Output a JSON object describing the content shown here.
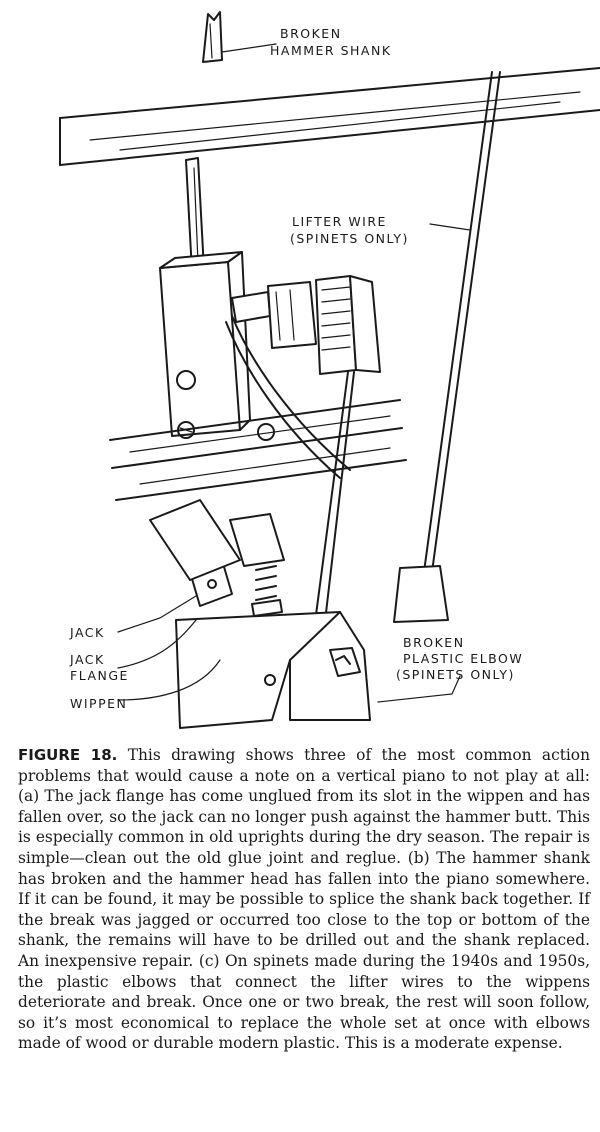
{
  "labels": {
    "broken_hammer_shank_1": "BROKEN",
    "broken_hammer_shank_2": "HAMMER SHANK",
    "lifter_wire_1": "LIFTER WIRE",
    "lifter_wire_2": "(SPINETS ONLY)",
    "jack": "JACK",
    "jack_flange_1": "JACK",
    "jack_flange_2": "FLANGE",
    "wippen": "WIPPEN",
    "broken_elbow_1": "BROKEN",
    "broken_elbow_2": "PLASTIC ELBOW",
    "broken_elbow_3": "(SPINETS ONLY)"
  },
  "caption": {
    "figure_label": "FIGURE 18.",
    "text": "This drawing shows three of the most common action problems that would cause a note on a vertical piano to not play at all: (a) The jack flange has come unglued from its slot in the wippen and has fallen over, so the jack can no longer push against the hammer butt. This is especially common in old uprights during the dry season. The repair is simple—clean out the old glue joint and reglue. (b) The hammer shank has broken and the hammer head has fallen into the piano somewhere. If it can be found, it may be possible to splice the shank back together. If the break was jagged or occurred too close to the top or bottom of the shank, the remains will have to be drilled out and the shank replaced. An inexpensive repair. (c) On spinets made during the 1940s and 1950s, the plastic elbows that connect the lifter wires to the wippens deteriorate and break. Once one or two break, the rest will soon follow, so it’s most economical to replace the whole set at once with elbows made of wood or durable modern plastic. This is a moderate expense."
  }
}
